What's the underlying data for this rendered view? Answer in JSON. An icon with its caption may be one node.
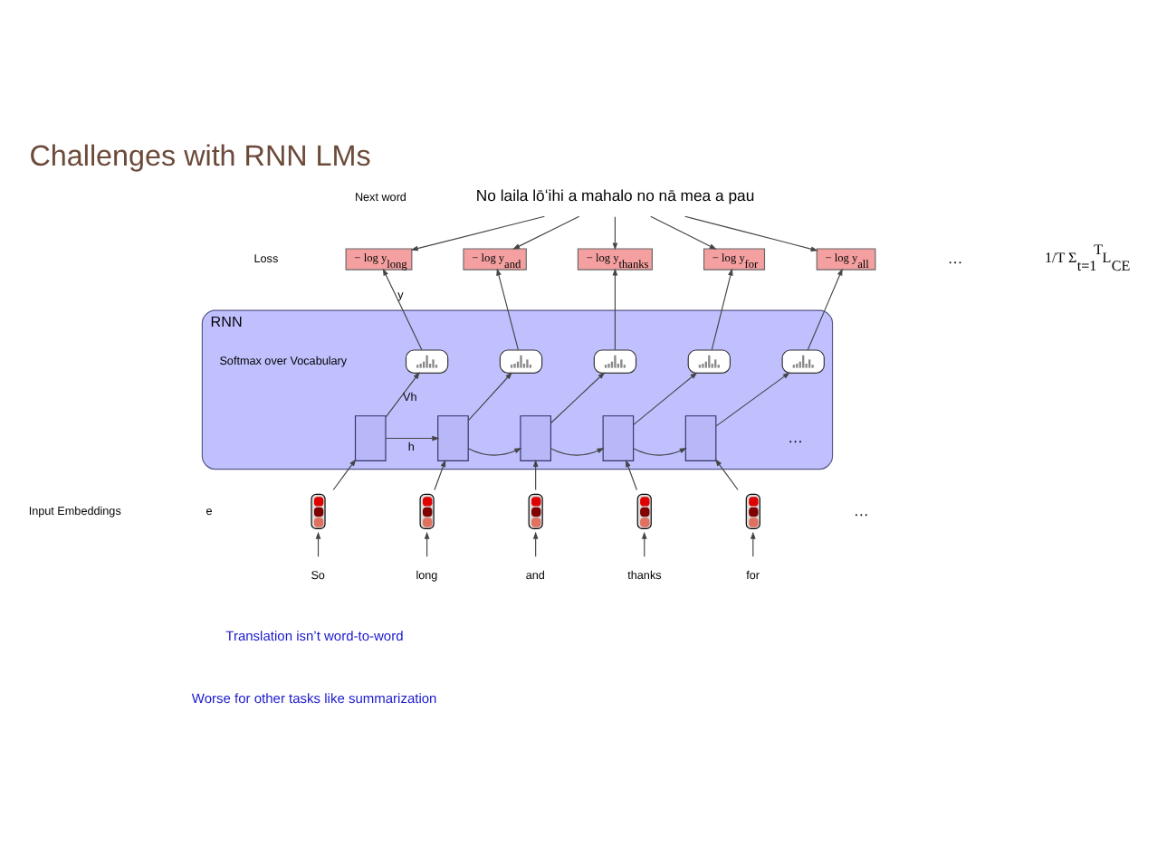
{
  "diagram": {
    "title": "Challenges with RNN LMs",
    "nodes": [
      {
        "text": [
          "RNN"
        ]
      },
      {
        "text": [
          "No laila lōʻihi a mahalo no nā mea a pau"
        ]
      },
      {
        "text": [
          "− log y$_{long}$"
        ]
      },
      {
        "text": [
          "− log y$_{and}$"
        ]
      },
      {
        "text": [
          "− log y$_{thanks}$"
        ]
      },
      {
        "text": [
          "− log y$_{for}$"
        ]
      },
      {
        "text": [
          "− log y$_{all}$"
        ]
      },
      {
        "text": [],
        "shape": "picture",
        "in": 0
      },
      {
        "text": [],
        "shape": "picture",
        "in": 0
      },
      {
        "text": [],
        "shape": "picture",
        "in": 0
      },
      {
        "text": [],
        "shape": "picture",
        "in": 0
      },
      {
        "text": [],
        "shape": "picture",
        "in": 0
      },
      {
        "text": [],
        "shape": "box",
        "in": 0
      },
      {
        "text": [],
        "shape": "box",
        "in": 0
      },
      {
        "text": [],
        "shape": "box",
        "in": 0
      },
      {
        "text": [],
        "shape": "box",
        "in": 0
      },
      {
        "text": [],
        "shape": "box",
        "in": 0
      },
      {
        "text": [],
        "shape": "picture"
      },
      {
        "text": [],
        "shape": "picture"
      },
      {
        "text": [],
        "shape": "picture"
      },
      {
        "text": [],
        "shape": "picture"
      },
      {
        "text": [],
        "shape": "picture"
      },
      {
        "text": [
          "So"
        ]
      },
      {
        "text": [
          "long"
        ]
      },
      {
        "text": [
          "and"
        ]
      },
      {
        "text": [
          "thanks"
        ]
      },
      {
        "text": [
          "for"
        ]
      }
    ],
    "edges": [
      {
        "from": 1,
        "to": 2,
        "arrow": "to"
      },
      {
        "from": 1,
        "to": 3,
        "arrow": "to"
      },
      {
        "from": 1,
        "to": 4,
        "arrow": "to"
      },
      {
        "from": 1,
        "to": 5,
        "arrow": "to"
      },
      {
        "from": 1,
        "to": 6,
        "arrow": "to"
      },
      {
        "from": 7,
        "to": 2,
        "arrow": "to",
        "label": "y"
      },
      {
        "from": 8,
        "to": 3,
        "arrow": "to"
      },
      {
        "from": 9,
        "to": 4,
        "arrow": "to"
      },
      {
        "from": 10,
        "to": 5,
        "arrow": "to"
      },
      {
        "from": 11,
        "to": 6,
        "arrow": "to"
      },
      {
        "from": 12,
        "to": 7,
        "arrow": "to",
        "label": "Vh"
      },
      {
        "from": 13,
        "to": 8,
        "arrow": "to"
      },
      {
        "from": 14,
        "to": 9,
        "arrow": "to"
      },
      {
        "from": 15,
        "to": 10,
        "arrow": "to"
      },
      {
        "from": 16,
        "to": 11,
        "arrow": "to"
      },
      {
        "from": 12,
        "to": 13,
        "arrow": "to",
        "label": "h"
      },
      {
        "from": 13,
        "to": 14,
        "arrow": "to"
      },
      {
        "from": 14,
        "to": 15,
        "arrow": "to"
      },
      {
        "from": 15,
        "to": 16,
        "arrow": "to"
      },
      {
        "from": 17,
        "to": 12,
        "arrow": "to"
      },
      {
        "from": 18,
        "to": 13,
        "arrow": "to"
      },
      {
        "from": 19,
        "to": 14,
        "arrow": "to"
      },
      {
        "from": 20,
        "to": 15,
        "arrow": "to"
      },
      {
        "from": 21,
        "to": 16,
        "arrow": "to"
      },
      {
        "from": 22,
        "to": 17,
        "arrow": "to"
      },
      {
        "from": 23,
        "to": 18,
        "arrow": "to"
      },
      {
        "from": 24,
        "to": 19,
        "arrow": "to"
      },
      {
        "from": 25,
        "to": 20,
        "arrow": "to"
      },
      {
        "from": 26,
        "to": 21,
        "arrow": "to"
      }
    ],
    "labels": [
      "Next word",
      "Loss",
      "…",
      "1/T Σ$_{t=1}$$^{T}$L$_{CE}$",
      "Softmax over Vocabulary",
      "…",
      "Input Embeddings",
      "e",
      "…",
      "Translation isn’t word-to-word",
      "Worse for other tasks like summarization"
    ]
  }
}
